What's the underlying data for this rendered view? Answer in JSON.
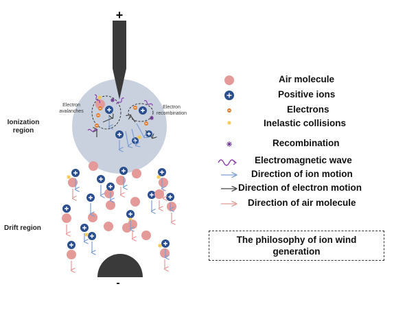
{
  "electrode": {
    "positive_sign": "+",
    "negative_sign": "-"
  },
  "regions": {
    "ionization": "Ionization\nregion",
    "drift": "Drift region"
  },
  "zoom_labels": {
    "avalanches": "Electron\navalanches",
    "recombination": "Electron\nrecombination"
  },
  "legend": [
    {
      "key": "air",
      "label": "Air molecule",
      "color": "#e49a98"
    },
    {
      "key": "ion",
      "label": "Positive ions",
      "color": "#2b4f8e"
    },
    {
      "key": "electron",
      "label": "Electrons",
      "color": "#e07a27"
    },
    {
      "key": "inelastic",
      "label": "Inelastic collisions",
      "color": "#f5c542"
    },
    {
      "key": "recombination",
      "label": "Recombination",
      "color": "#6a2d8e"
    },
    {
      "key": "em_wave",
      "label": "Electromagnetic wave",
      "color": "#8a3fb0"
    },
    {
      "key": "ion_motion",
      "label": "Direction of ion motion",
      "color": "#7c9ed3"
    },
    {
      "key": "electron_motion",
      "label": "Direction of electron motion",
      "color": "#444444"
    },
    {
      "key": "air_motion",
      "label": "Direction of air molecule",
      "color": "#e49a98"
    }
  ],
  "caption": "The philosophy of ion wind generation",
  "colors": {
    "electrode": "#3a3a3a",
    "ionization_zone": "#c9d1de"
  }
}
